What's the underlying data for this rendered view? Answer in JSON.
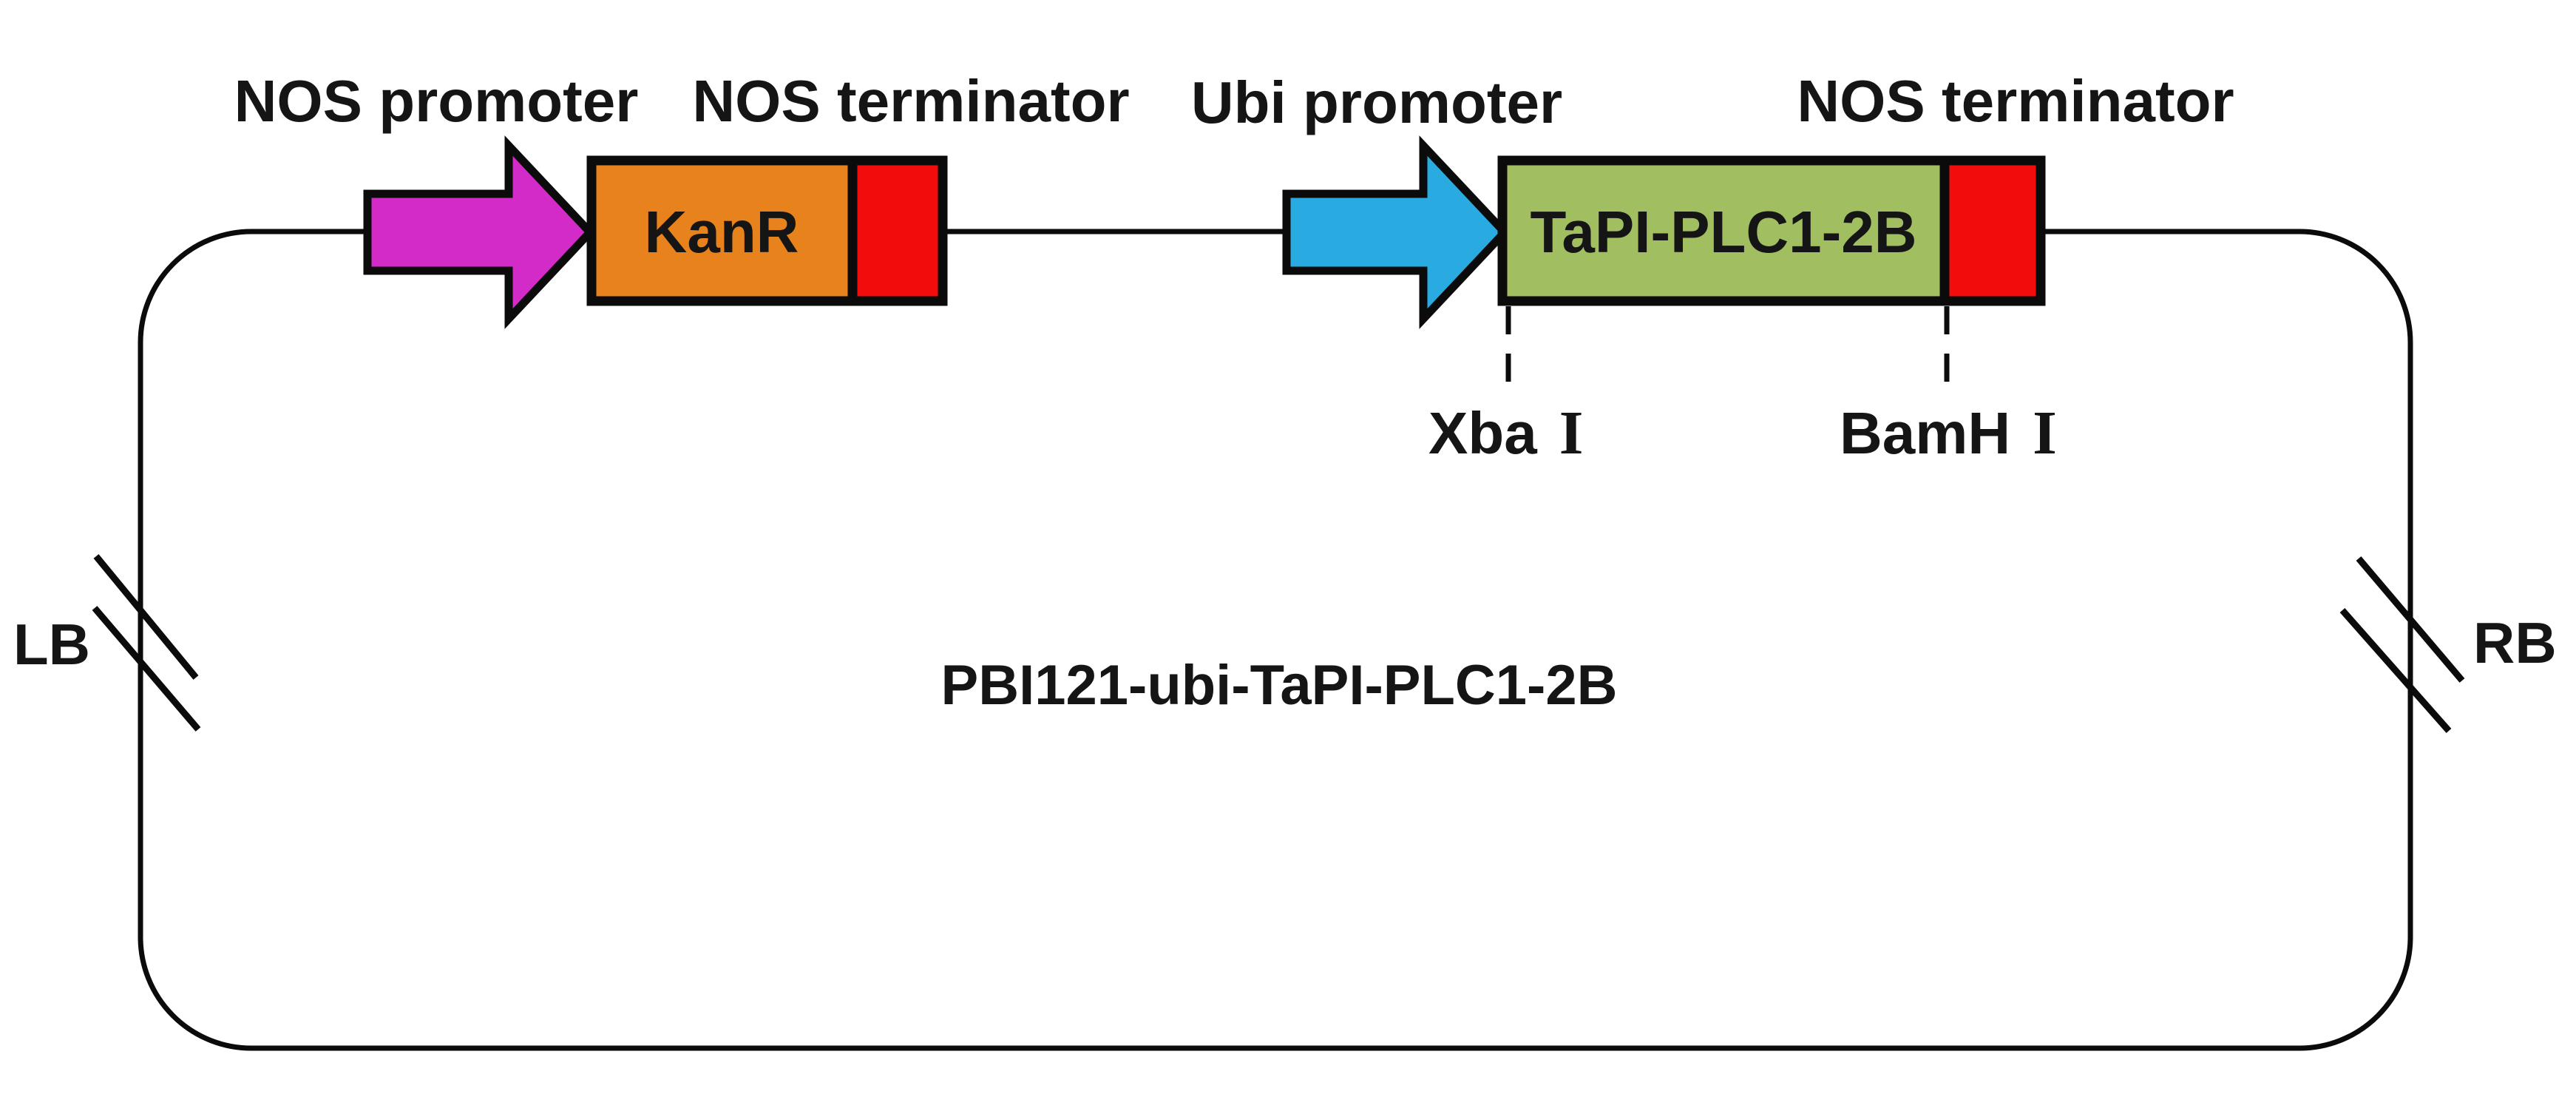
{
  "diagram": {
    "type": "plasmid-vector-map",
    "title": "PBI121-ubi-TaPI-PLC1-2B",
    "backbone": {
      "left_border_label": "LB",
      "right_border_label": "RB"
    },
    "top_labels": {
      "nos_promoter": "NOS promoter",
      "nos_terminator_1": "NOS terminator",
      "ubi_promoter": "Ubi promoter",
      "nos_terminator_2": "NOS terminator"
    },
    "genes": {
      "kanr": "KanR",
      "tapi": "TaPI-PLC1-2B"
    },
    "restriction_sites": {
      "xba": {
        "name": "Xba",
        "numeral": "I"
      },
      "bamh": {
        "name": "BamH",
        "numeral": "I"
      }
    },
    "colors": {
      "magenta_promoter": "#d32bc7",
      "orange_gene": "#e8821c",
      "red_terminator": "#f20d0c",
      "blue_promoter": "#29abe2",
      "green_gene": "#a1be60",
      "outline": "#0b0b0b"
    }
  }
}
